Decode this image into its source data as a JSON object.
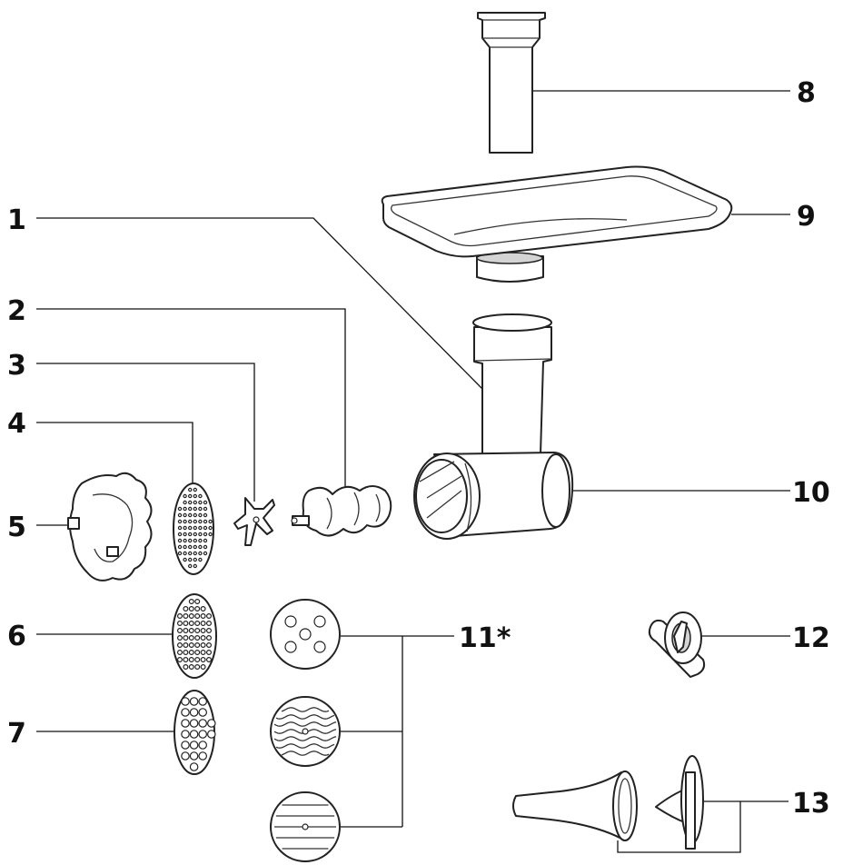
{
  "labels": {
    "l1": "1",
    "l2": "2",
    "l3": "3",
    "l4": "4",
    "l5": "5",
    "l6": "6",
    "l7": "7",
    "l8": "8",
    "l9": "9",
    "l10": "10",
    "l11": "11*",
    "l12": "12",
    "l13": "13"
  },
  "colors": {
    "line": "#111111",
    "outline": "#222222",
    "shade": "#d4d4d4",
    "background": "#ffffff"
  }
}
